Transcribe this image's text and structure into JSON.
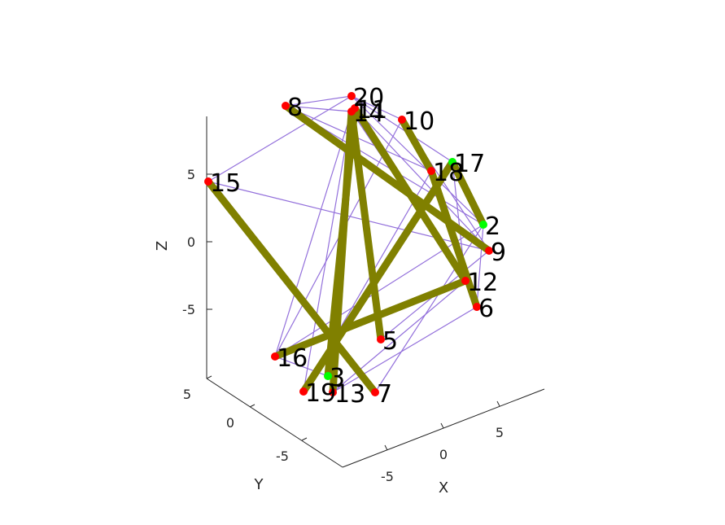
{
  "chart_data": {
    "type": "graph3d",
    "axes": {
      "xlabel": "X",
      "ylabel": "Y",
      "zlabel": "Z",
      "x_ticks": [
        "-5",
        "0",
        "5"
      ],
      "y_ticks": [
        "-5",
        "0",
        "5"
      ],
      "z_ticks": [
        "-5",
        "0",
        "5"
      ]
    },
    "colors": {
      "thin_edge": "#9370DB",
      "thick_edge": "#808000",
      "node_default": "#FF0000",
      "node_highlight": "#00FF00"
    },
    "nodes": [
      {
        "id": "2",
        "color": "#00FF00"
      },
      {
        "id": "5",
        "color": "#FF0000"
      },
      {
        "id": "6",
        "color": "#FF0000"
      },
      {
        "id": "7",
        "color": "#FF0000"
      },
      {
        "id": "8",
        "color": "#FF0000"
      },
      {
        "id": "9",
        "color": "#FF0000"
      },
      {
        "id": "10",
        "color": "#FF0000"
      },
      {
        "id": "11",
        "color": "#FF0000"
      },
      {
        "id": "12",
        "color": "#FF0000"
      },
      {
        "id": "13",
        "color": "#FF0000"
      },
      {
        "id": "14",
        "color": "#FF0000"
      },
      {
        "id": "15",
        "color": "#FF0000"
      },
      {
        "id": "16",
        "color": "#FF0000"
      },
      {
        "id": "17",
        "color": "#00FF00"
      },
      {
        "id": "18",
        "color": "#FF0000"
      },
      {
        "id": "19",
        "color": "#FF0000"
      },
      {
        "id": "20",
        "color": "#FF0000"
      },
      {
        "id": "3",
        "color": "#00FF00"
      }
    ],
    "thick_edges": [
      [
        "8",
        "9"
      ],
      [
        "14",
        "13"
      ],
      [
        "14",
        "5"
      ],
      [
        "15",
        "7"
      ],
      [
        "11",
        "12"
      ],
      [
        "12",
        "16"
      ],
      [
        "17",
        "19"
      ],
      [
        "18",
        "6"
      ],
      [
        "17",
        "2"
      ],
      [
        "10",
        "18"
      ],
      [
        "11",
        "3"
      ]
    ],
    "thin_edges": [
      [
        "8",
        "20"
      ],
      [
        "8",
        "14"
      ],
      [
        "8",
        "18"
      ],
      [
        "8",
        "2"
      ],
      [
        "15",
        "20"
      ],
      [
        "15",
        "9"
      ],
      [
        "20",
        "10"
      ],
      [
        "20",
        "17"
      ],
      [
        "14",
        "16"
      ],
      [
        "14",
        "19"
      ],
      [
        "11",
        "3"
      ],
      [
        "10",
        "9"
      ],
      [
        "17",
        "12"
      ],
      [
        "2",
        "6"
      ],
      [
        "2",
        "7"
      ],
      [
        "9",
        "5"
      ],
      [
        "12",
        "13"
      ],
      [
        "16",
        "3"
      ],
      [
        "19",
        "18"
      ],
      [
        "10",
        "16"
      ],
      [
        "11",
        "9"
      ],
      [
        "18",
        "12"
      ],
      [
        "2",
        "16"
      ],
      [
        "6",
        "13"
      ],
      [
        "14",
        "12"
      ],
      [
        "20",
        "2"
      ]
    ]
  }
}
